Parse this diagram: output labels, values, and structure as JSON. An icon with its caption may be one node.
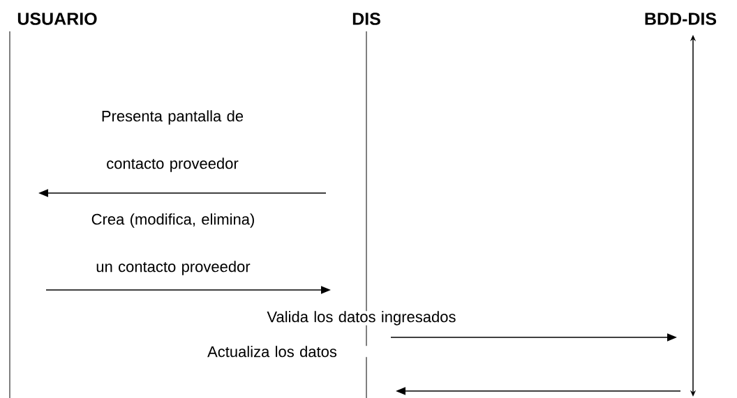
{
  "diagram": {
    "nodes": [
      {
        "text": [
          "USUARIO"
        ]
      },
      {
        "text": [
          "DIS"
        ]
      },
      {
        "text": [
          "BDD-DIS"
        ]
      }
    ],
    "edges": [
      {
        "from": 1,
        "to": 0,
        "arrow": "to",
        "label": "Presenta pantalla de contacto proveedor"
      },
      {
        "from": 0,
        "to": 1,
        "arrow": "to",
        "label": "Crea (modifica, elimina) un contacto proveedor"
      },
      {
        "from": 1,
        "to": 2,
        "arrow": "to",
        "label": "Valida los datos ingresados"
      },
      {
        "from": 2,
        "to": 1,
        "arrow": "to",
        "label": "Actualiza los datos"
      }
    ]
  }
}
